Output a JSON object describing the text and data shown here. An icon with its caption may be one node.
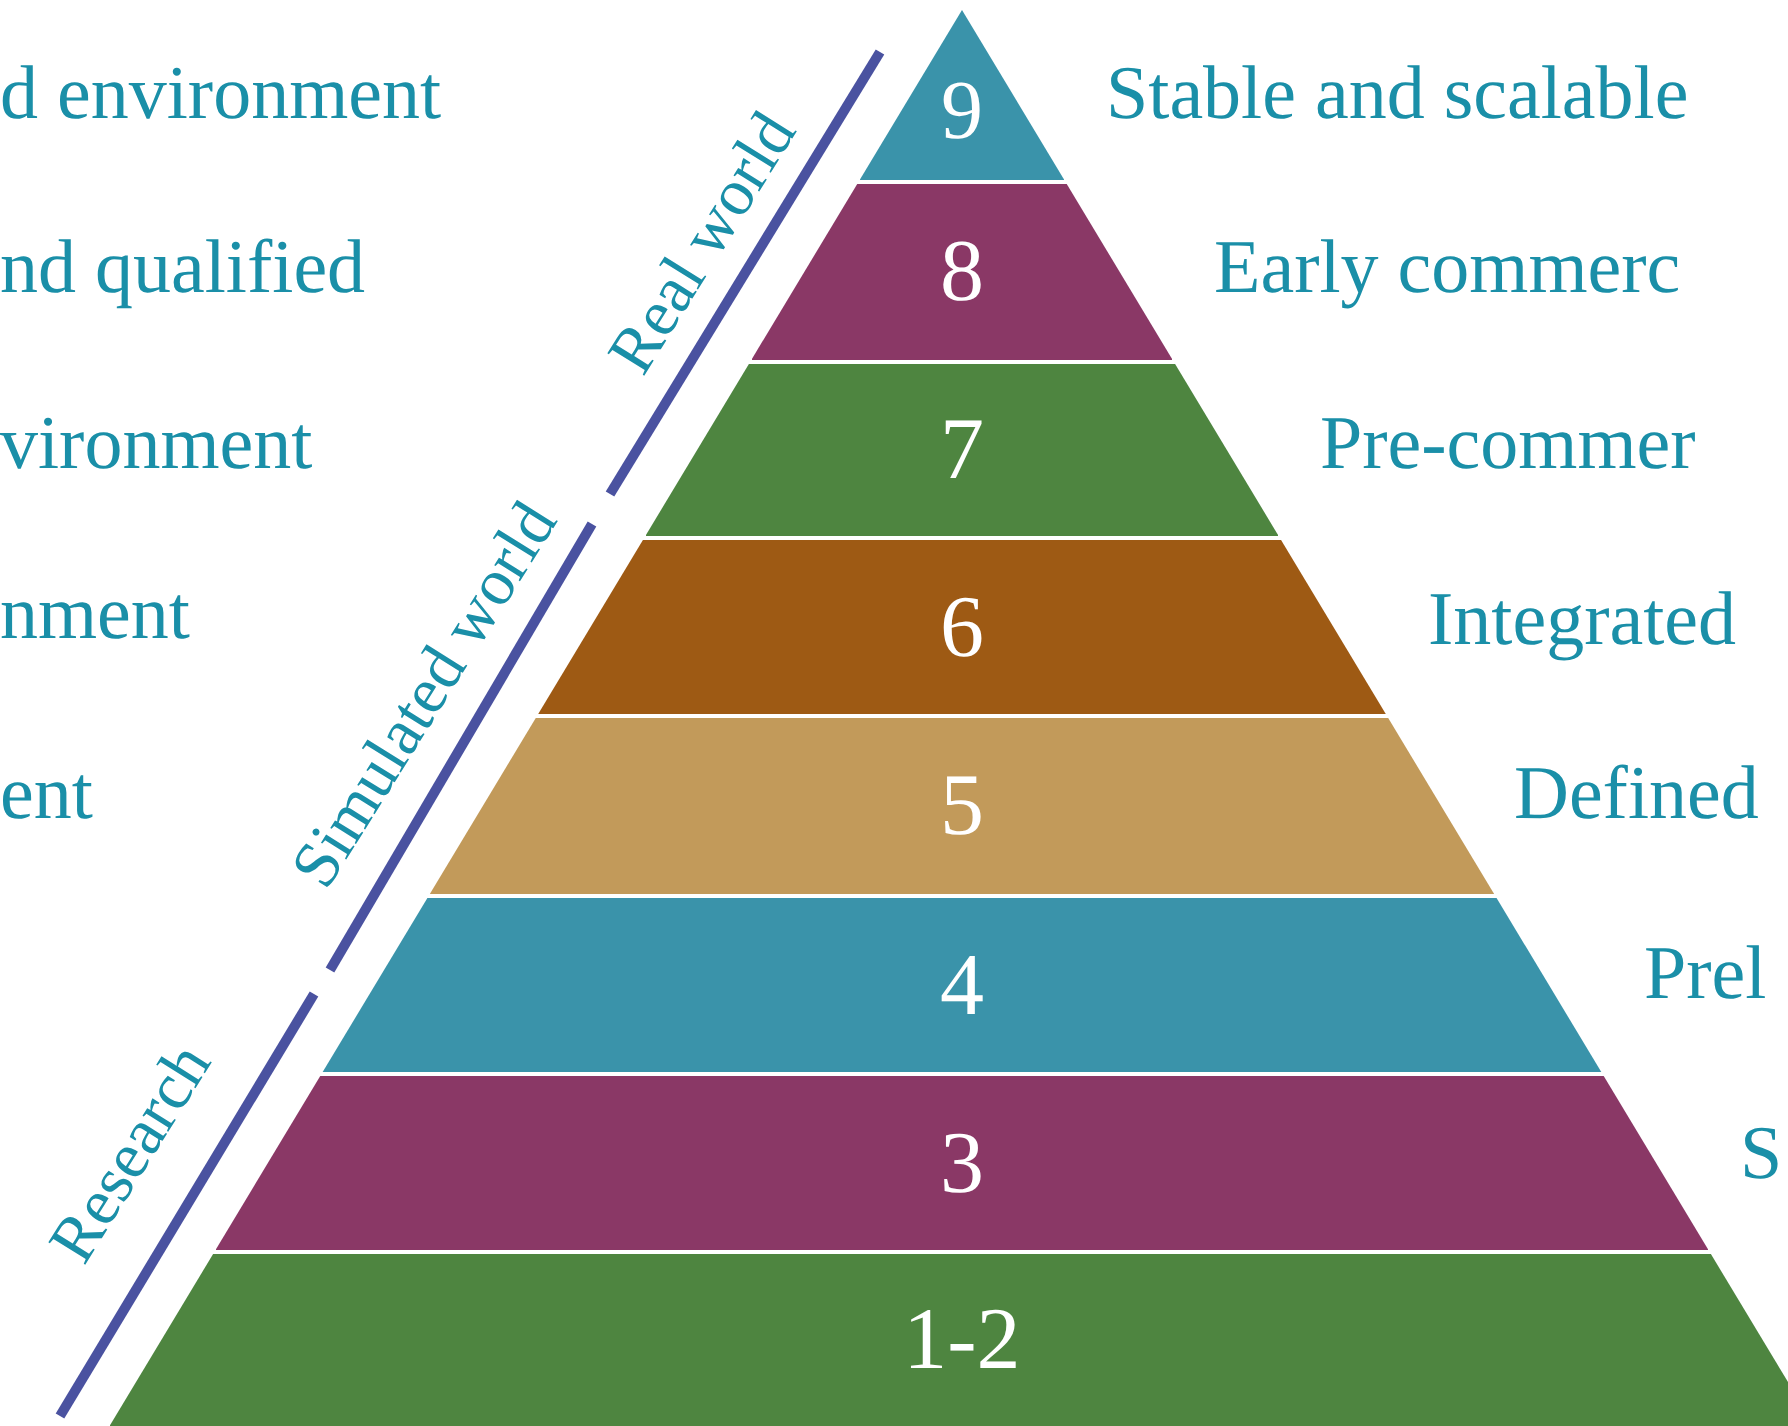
{
  "diagram": {
    "nodes": [
      {
        "text": [
          "9"
        ]
      },
      {
        "text": [
          "8"
        ]
      },
      {
        "text": [
          "7"
        ]
      },
      {
        "text": [
          "6"
        ]
      },
      {
        "text": [
          "5"
        ]
      },
      {
        "text": [
          "4"
        ]
      },
      {
        "text": [
          "3"
        ]
      },
      {
        "text": [
          "1-2"
        ]
      }
    ],
    "labels": [
      "d environment",
      "Stable and scalable",
      "nd qualified",
      "Early commerc",
      "vironment",
      "Pre-commer",
      "nment",
      "Integrated",
      "ent",
      "Defined",
      "Prel",
      "S",
      "Real world",
      "Simulated world",
      "Research"
    ]
  }
}
